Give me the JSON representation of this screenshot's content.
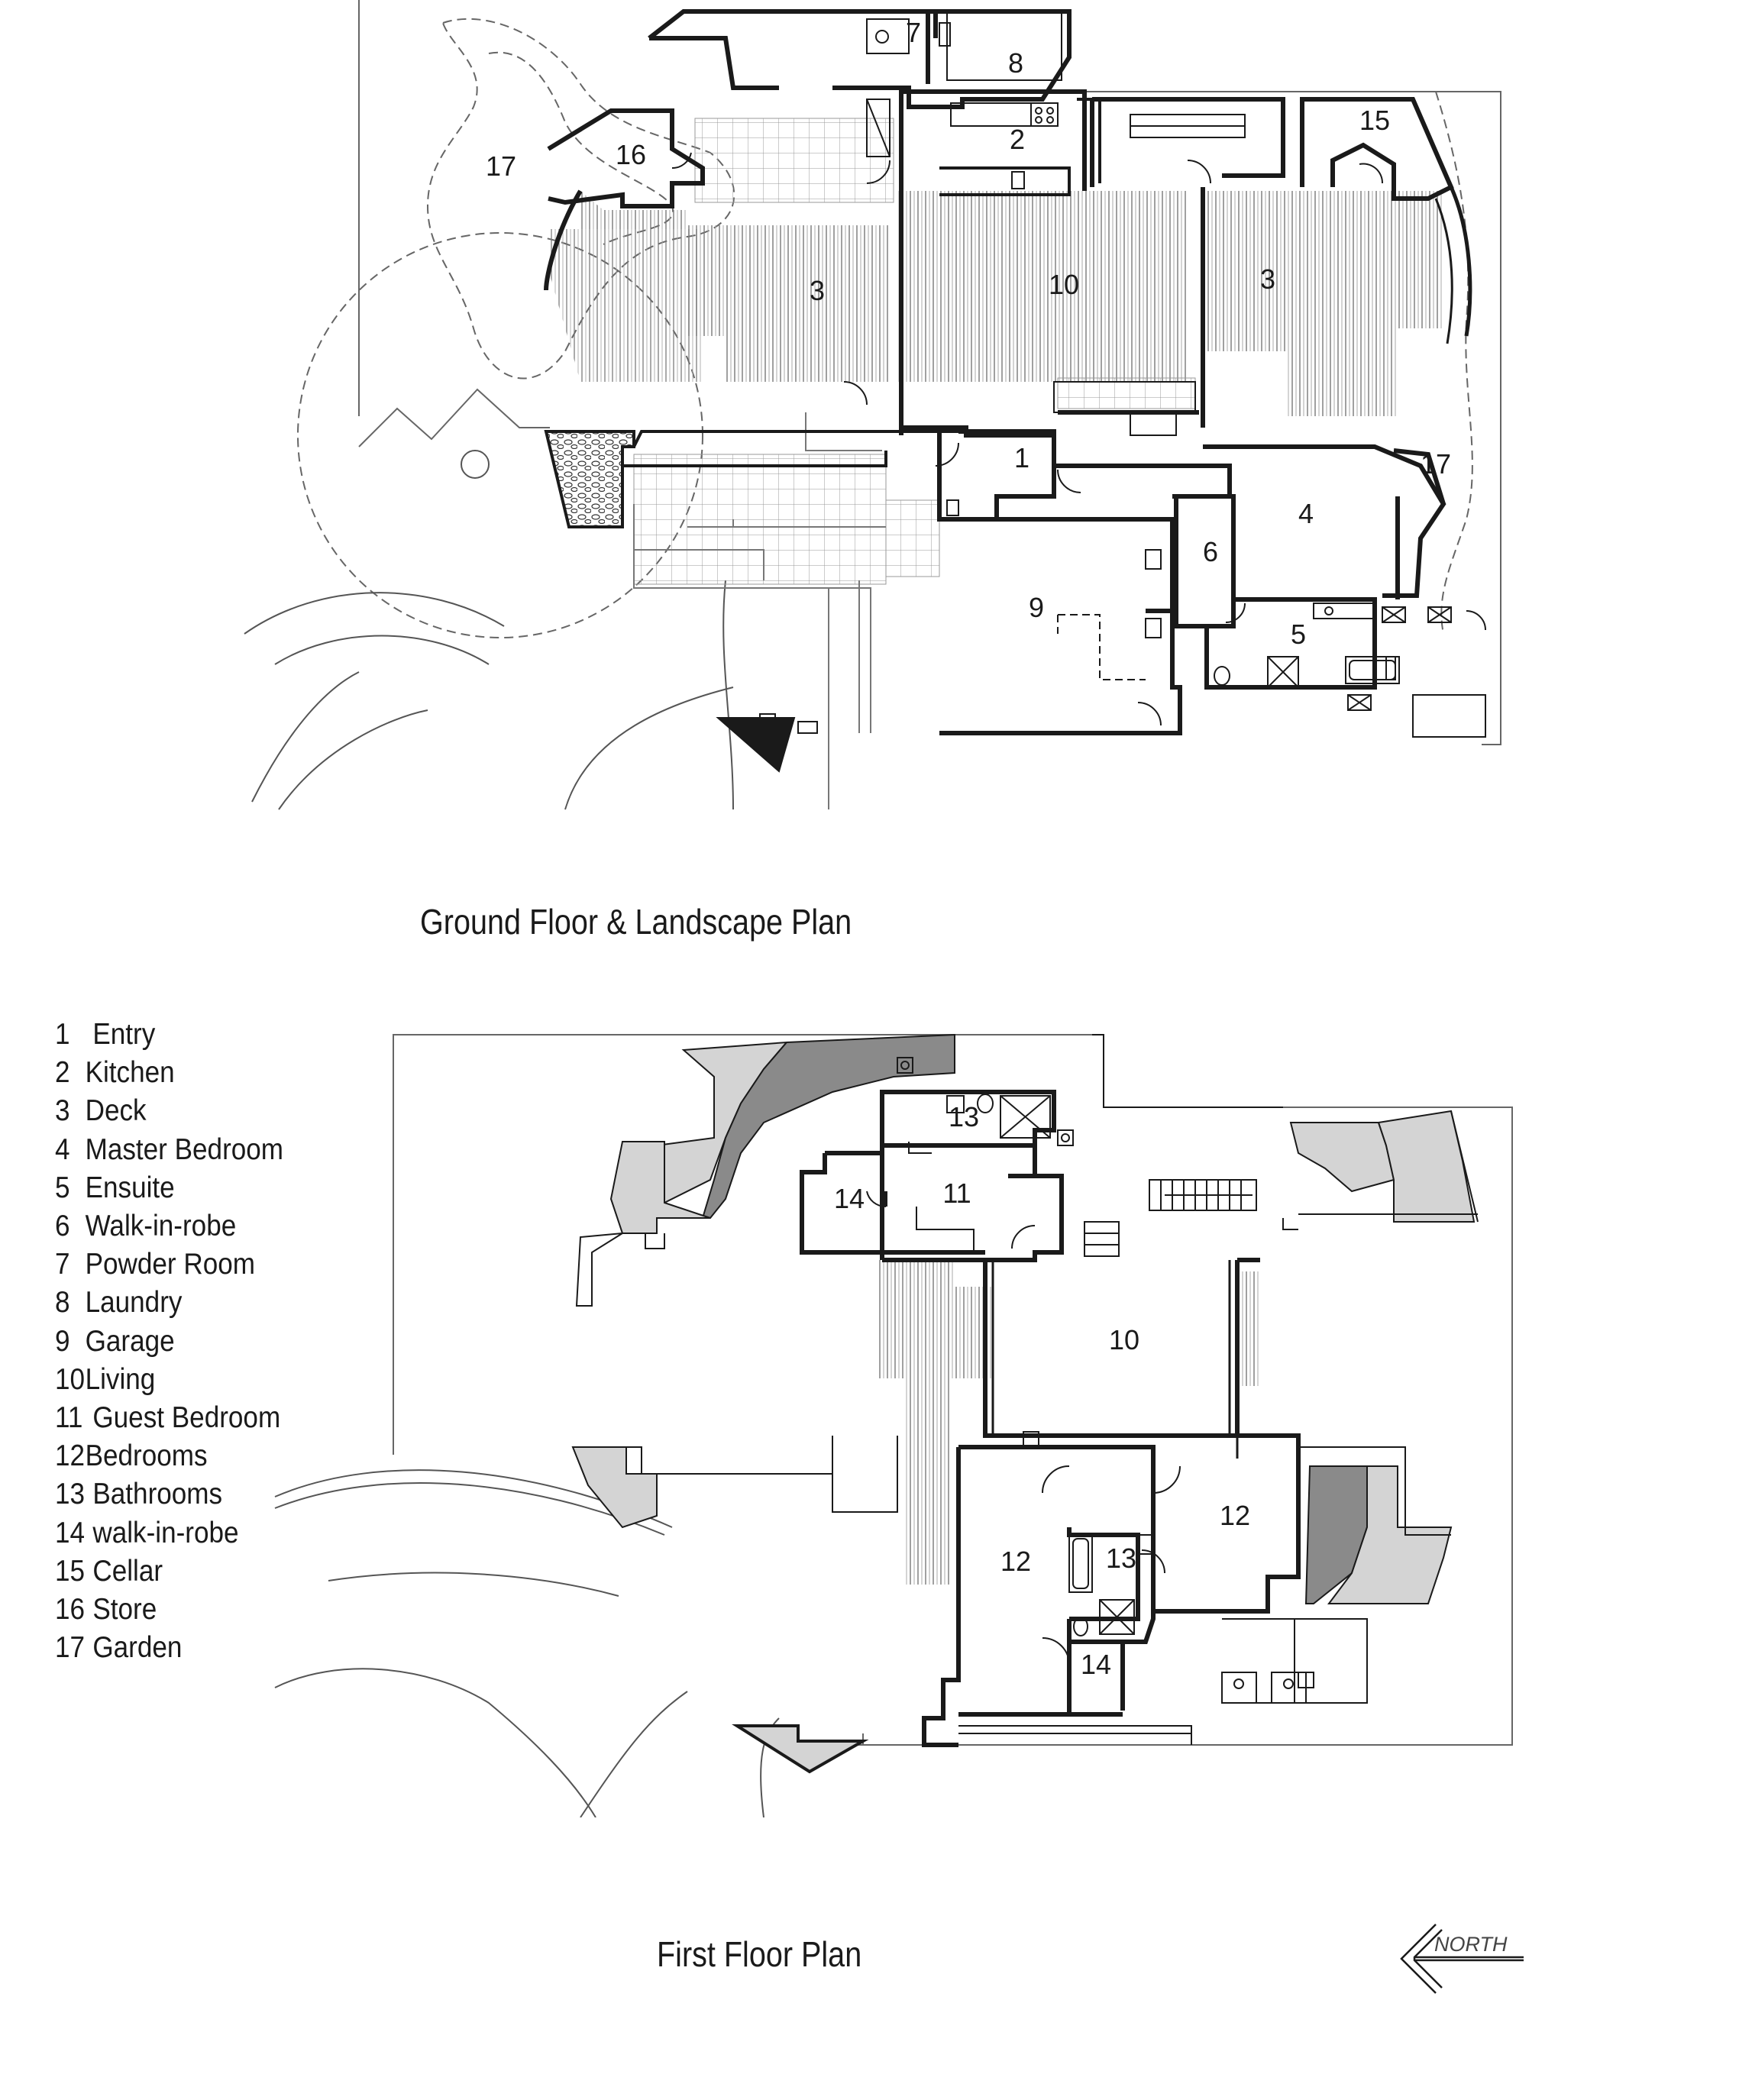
{
  "plans": {
    "ground": {
      "title": "Ground Floor & Landscape Plan",
      "rooms": [
        {
          "id": "entry",
          "label": "1"
        },
        {
          "id": "kitchen",
          "label": "2"
        },
        {
          "id": "deck-west",
          "label": "3"
        },
        {
          "id": "deck-east",
          "label": "3"
        },
        {
          "id": "master-bedroom",
          "label": "4"
        },
        {
          "id": "ensuite",
          "label": "5"
        },
        {
          "id": "walk-in-robe",
          "label": "6"
        },
        {
          "id": "powder-room",
          "label": "7"
        },
        {
          "id": "laundry",
          "label": "8"
        },
        {
          "id": "garage",
          "label": "9"
        },
        {
          "id": "living",
          "label": "10"
        },
        {
          "id": "cellar",
          "label": "15"
        },
        {
          "id": "store",
          "label": "16"
        },
        {
          "id": "garden-west",
          "label": "17"
        },
        {
          "id": "garden-east",
          "label": "17"
        }
      ]
    },
    "first": {
      "title": "First Floor Plan",
      "rooms": [
        {
          "id": "bathroom-north",
          "label": "13"
        },
        {
          "id": "guest-bedroom",
          "label": "11"
        },
        {
          "id": "walk-in-robe-north",
          "label": "14"
        },
        {
          "id": "living-void",
          "label": "10"
        },
        {
          "id": "bedroom-east",
          "label": "12"
        },
        {
          "id": "bedroom-west",
          "label": "12"
        },
        {
          "id": "bathroom-south",
          "label": "13"
        },
        {
          "id": "walk-in-robe-south",
          "label": "14"
        }
      ]
    }
  },
  "legend": [
    {
      "num": "1",
      "label": "Entry"
    },
    {
      "num": "2",
      "label": "Kitchen"
    },
    {
      "num": "3",
      "label": "Deck"
    },
    {
      "num": "4",
      "label": "Master Bedroom"
    },
    {
      "num": "5",
      "label": "Ensuite"
    },
    {
      "num": "6",
      "label": "Walk-in-robe"
    },
    {
      "num": "7",
      "label": "Powder Room"
    },
    {
      "num": "8",
      "label": "Laundry"
    },
    {
      "num": "9",
      "label": "Garage"
    },
    {
      "num": "10",
      "label": "Living"
    },
    {
      "num": "11",
      "label": "Guest Bedroom"
    },
    {
      "num": "12",
      "label": "Bedrooms"
    },
    {
      "num": "13",
      "label": "Bathrooms"
    },
    {
      "num": "14",
      "label": "walk-in-robe"
    },
    {
      "num": "15",
      "label": "Cellar"
    },
    {
      "num": "16",
      "label": "Store"
    },
    {
      "num": "17",
      "label": "Garden"
    }
  ],
  "north_arrow": {
    "label": "NORTH"
  },
  "colors": {
    "wall": "#1a1a1a",
    "light_fill": "#d4d4d4",
    "dark_fill": "#8a8a8a",
    "line": "#555555"
  }
}
